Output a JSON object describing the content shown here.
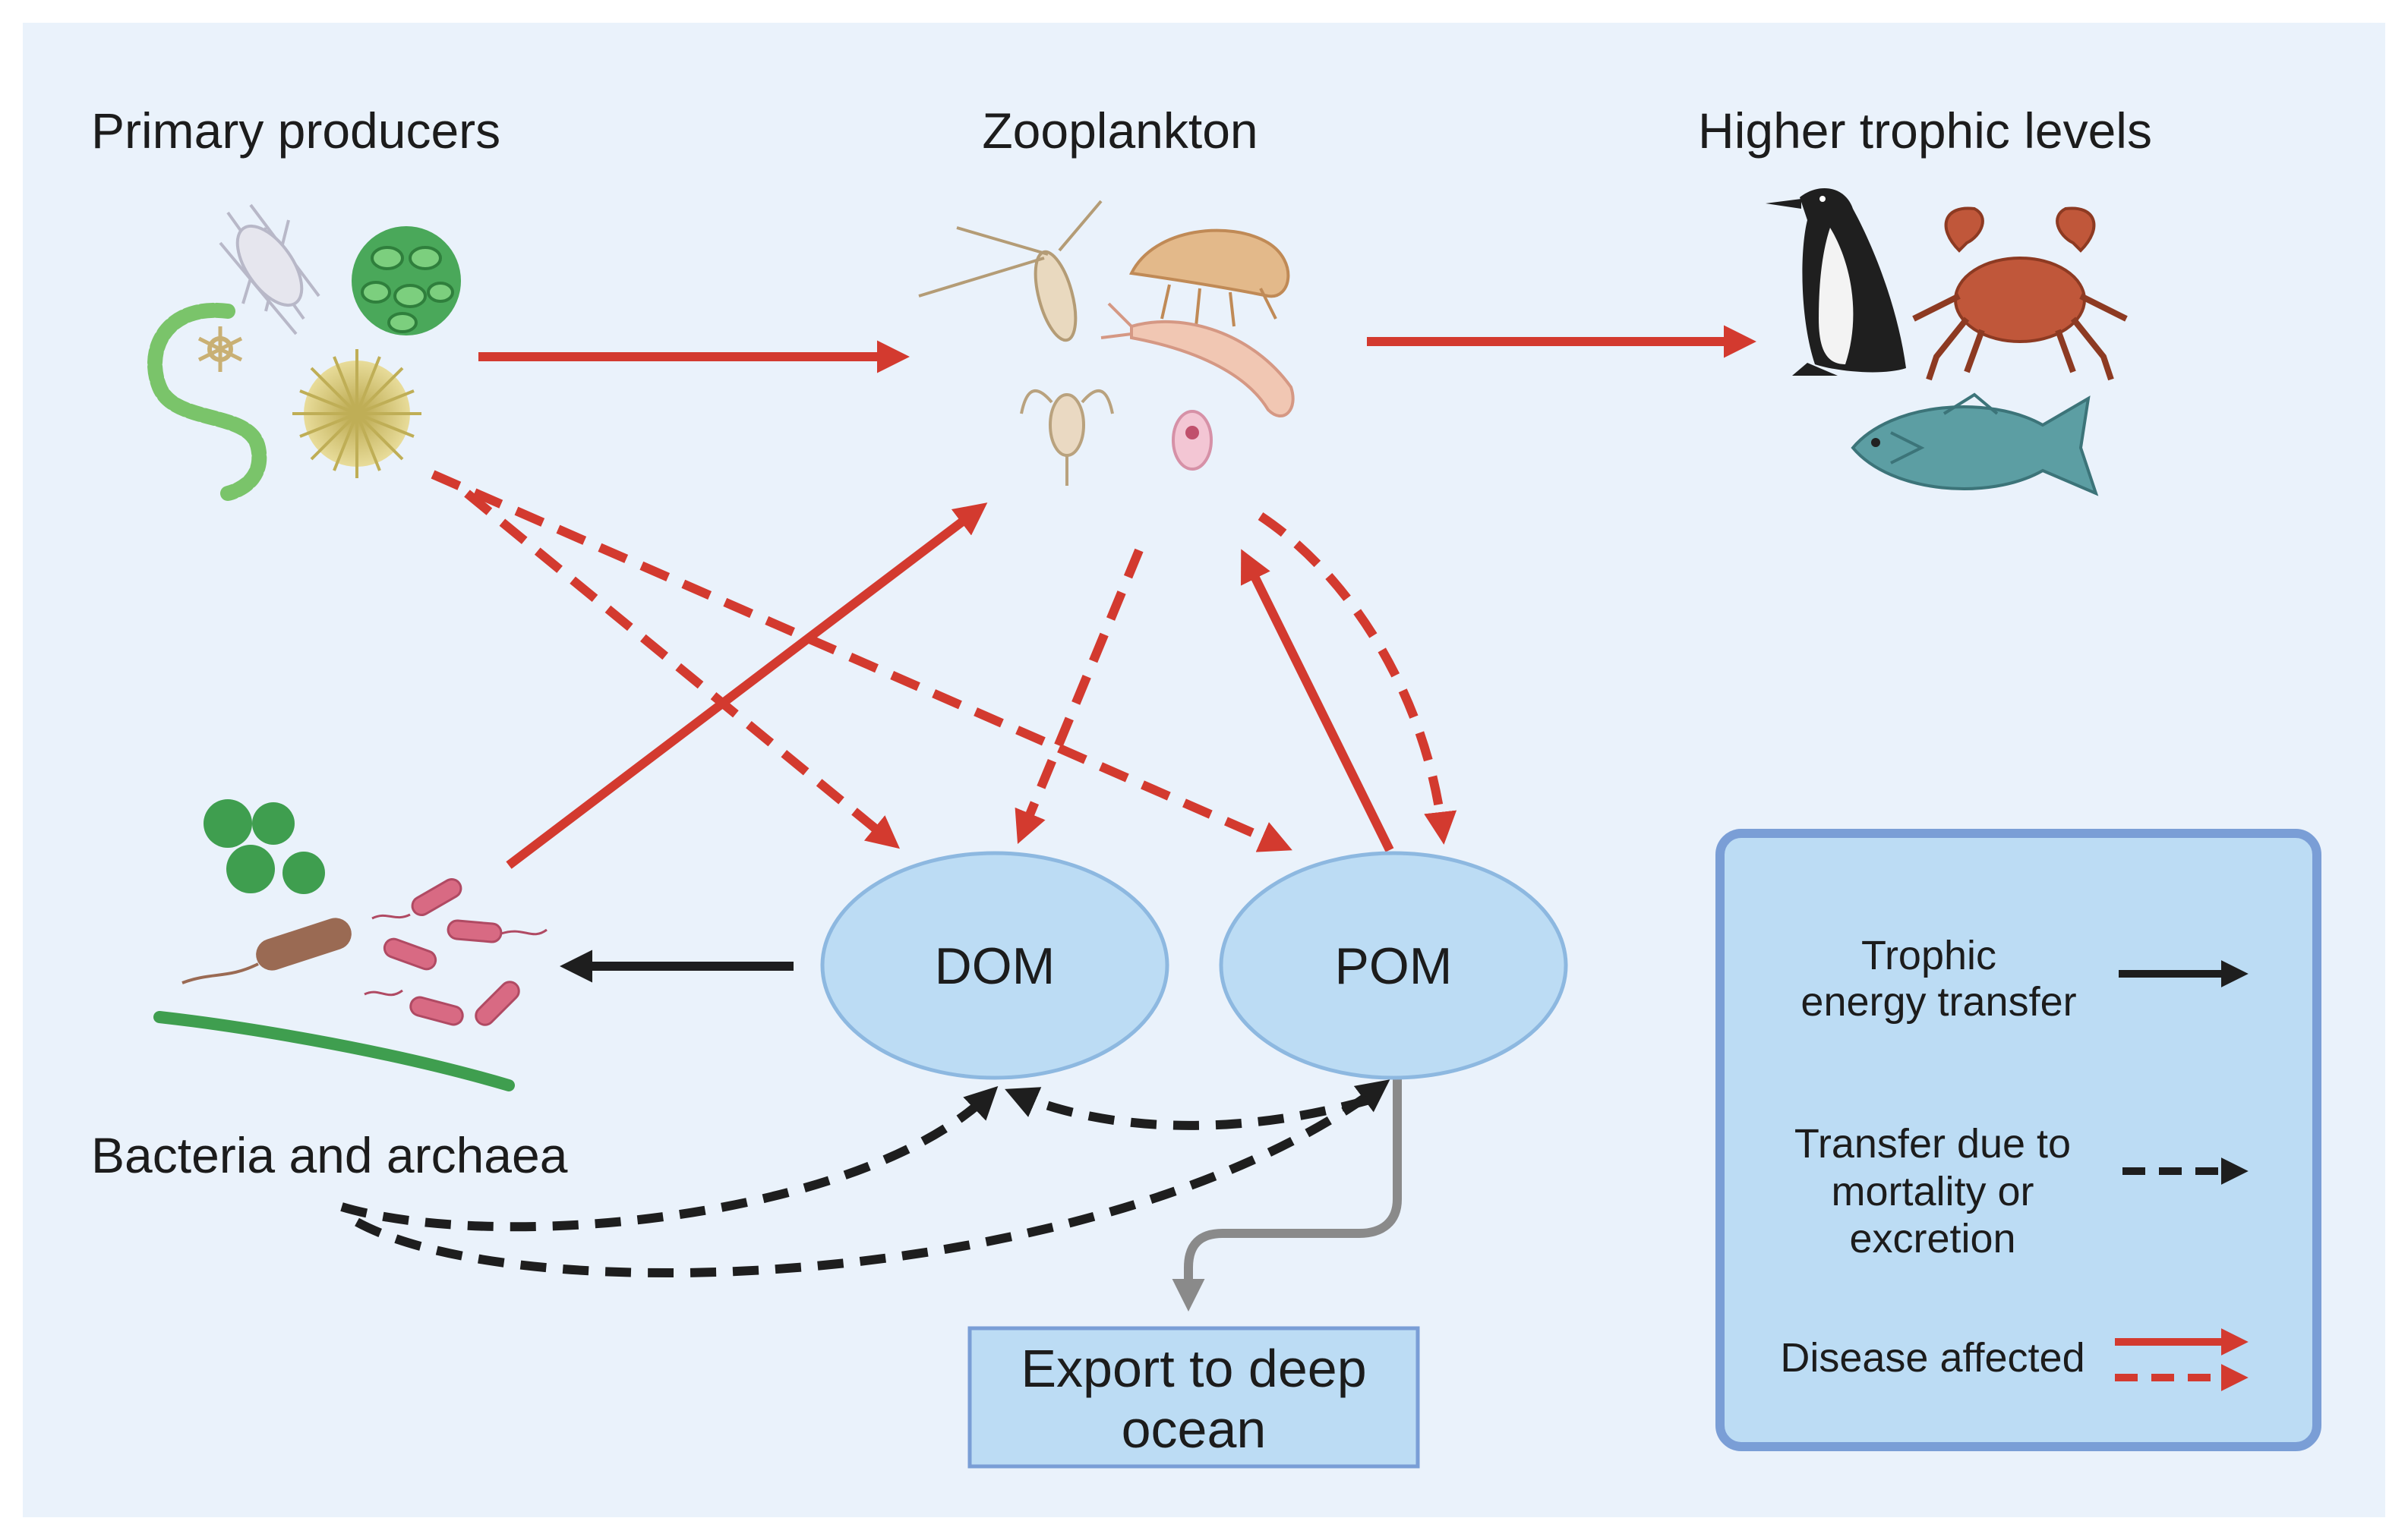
{
  "colors": {
    "background": "#eaf2fb",
    "disease_red": "#d33a2f",
    "transfer_black": "#1e1e1e",
    "export_grey": "#8a8a8a",
    "pool_fill": "#bcdcf4",
    "pool_stroke": "#8db8e0",
    "legend_fill": "#bcdcf4",
    "legend_stroke": "#7a9ed6"
  },
  "groups": {
    "primary_producers": "Primary producers",
    "zooplankton": "Zooplankton",
    "higher_trophic": "Higher trophic levels",
    "bacteria": "Bacteria and archaea"
  },
  "pools": {
    "dom": "DOM",
    "pom": "POM"
  },
  "export": {
    "line1": "Export to deep",
    "line2": "ocean"
  },
  "legend": {
    "trophic_line1": "Trophic",
    "trophic_line2": "energy transfer",
    "mortality_line1": "Transfer due to",
    "mortality_line2": "mortality or",
    "mortality_line3": "excretion",
    "disease": "Disease affected"
  },
  "icons": [
    "diatom-icon",
    "coccolithophore-icon",
    "radiolarian-icon",
    "cyanobacteria-chain-icon",
    "copepod-icon",
    "amphipod-icon",
    "krill-icon",
    "larva-icon",
    "seabird-icon",
    "crab-icon",
    "fish-icon",
    "bacteria-icon",
    "archaea-icon"
  ]
}
